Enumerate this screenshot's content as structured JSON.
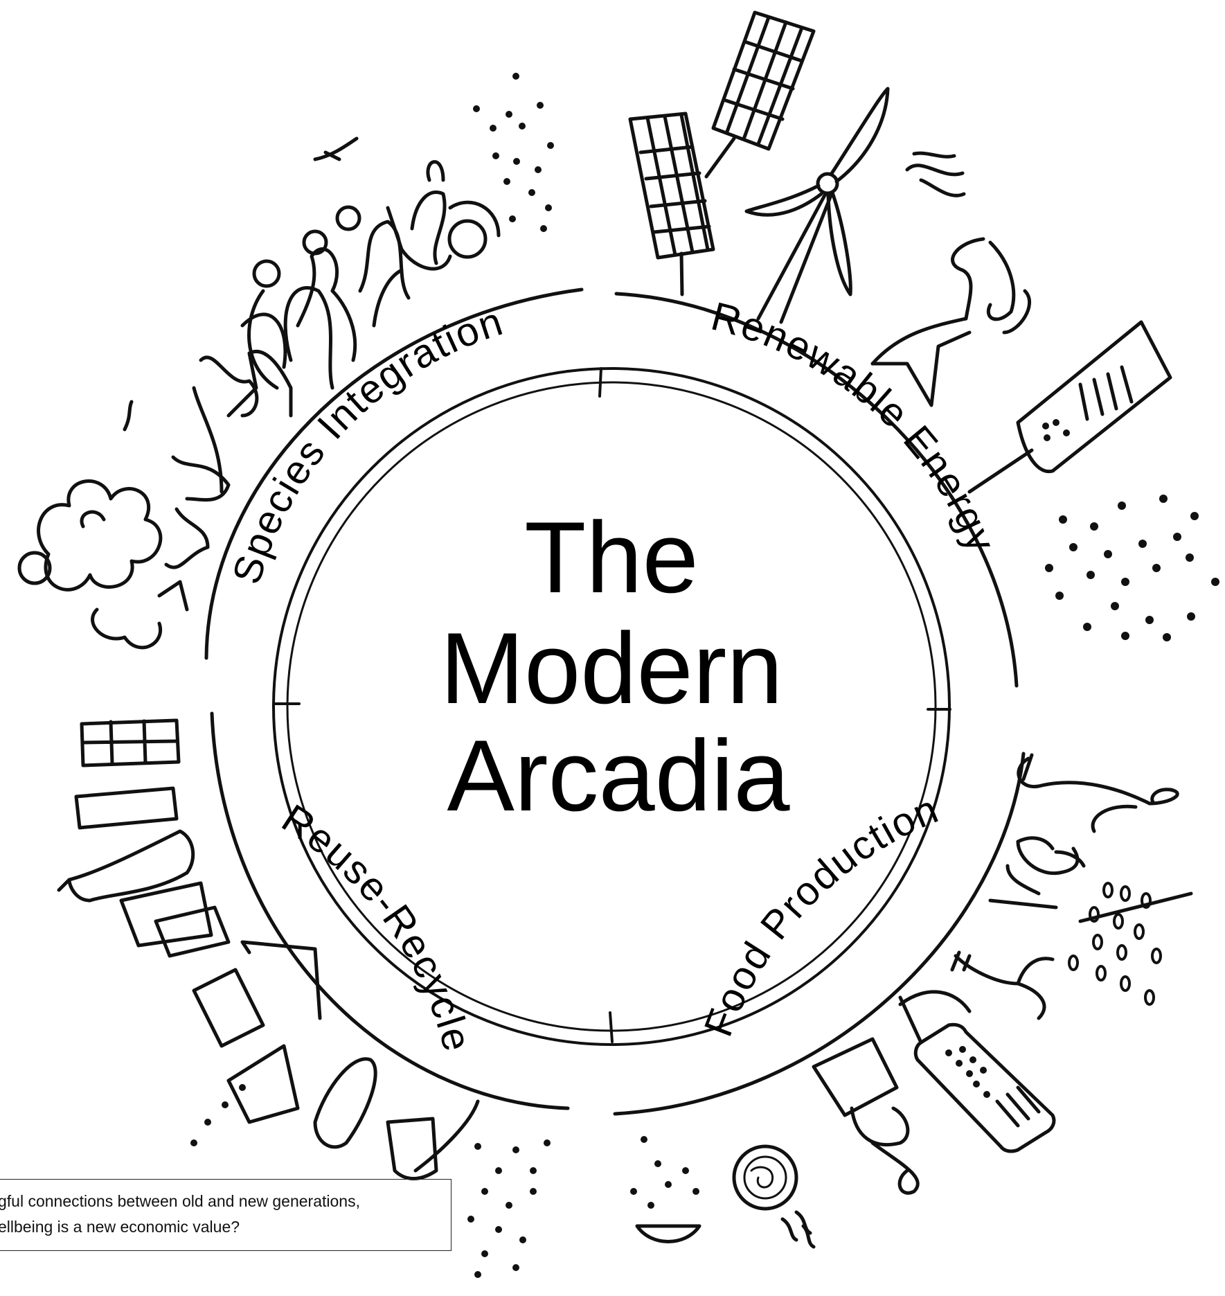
{
  "diagram": {
    "title_lines": [
      "The",
      "Modern",
      "Arcadia"
    ],
    "sectors": [
      {
        "label": "Species Integration"
      },
      {
        "label": "Renewable Energy"
      },
      {
        "label": "Food Production"
      },
      {
        "label": "Reuse-Recycle"
      }
    ],
    "caption_lines": [
      "gful connections between old and new generations,",
      "ellbeing is a new economic value?"
    ]
  }
}
